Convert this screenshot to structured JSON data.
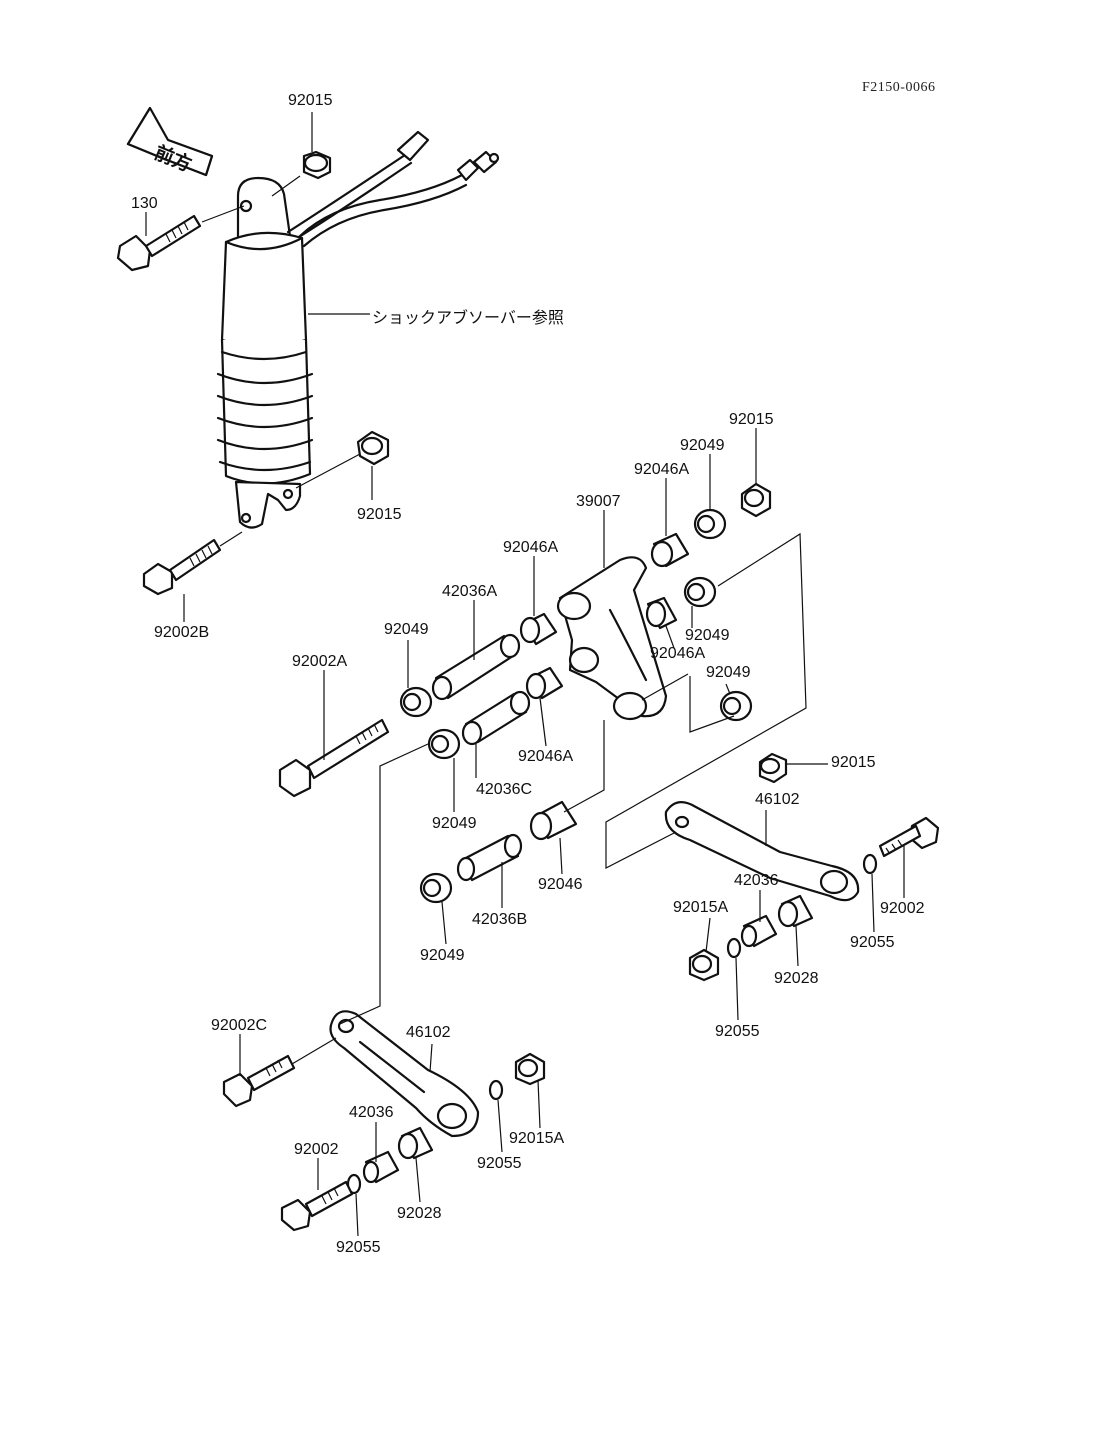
{
  "reference_code": "F2150-0066",
  "front_arrow_text": "前方",
  "shock_absorber_note": "ショックアブソーバー参照",
  "labels": {
    "p92015_top": "92015",
    "p130": "130",
    "p92015_lower": "92015",
    "p92002B": "92002B",
    "p92015_r1": "92015",
    "p92049_r1": "92049",
    "p92046A_r1": "92046A",
    "p39007": "39007",
    "p92046A_l1": "92046A",
    "p42036A": "42036A",
    "p92049_l1": "92049",
    "p92002A": "92002A",
    "p92049_r2": "92049",
    "p92046A_r2": "92046A",
    "p92049_r3": "92049",
    "p92046A_l2": "92046A",
    "p42036C": "42036C",
    "p92049_l2": "92049",
    "p92015_r4": "92015",
    "p46102_r": "46102",
    "p92046": "92046",
    "p42036_r": "42036",
    "p92015A_r": "92015A",
    "p92002_r": "92002",
    "p42036B": "42036B",
    "p92055_r1": "92055",
    "p92049_l3": "92049",
    "p92028_r": "92028",
    "p92055_r2": "92055",
    "p92002C": "92002C",
    "p46102_l": "46102",
    "p42036_l": "42036",
    "p92015A_l": "92015A",
    "p92002_l": "92002",
    "p92055_l1": "92055",
    "p92028_l": "92028",
    "p92055_l2": "92055"
  }
}
